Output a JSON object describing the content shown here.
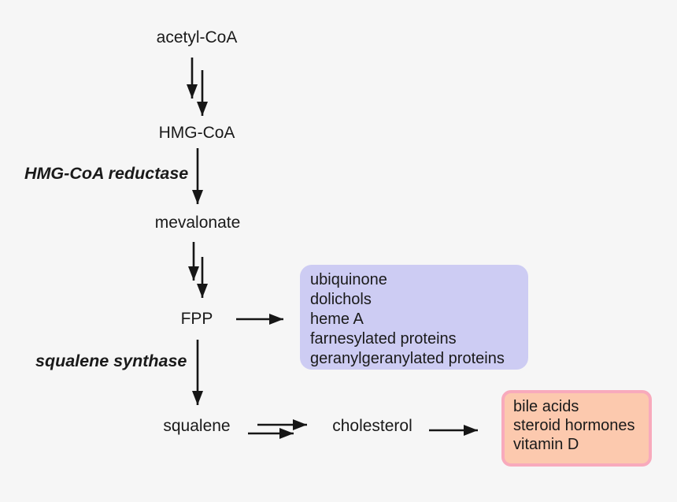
{
  "nodes": {
    "acetyl_coa": "acetyl-CoA",
    "hmg_coa": "HMG-CoA",
    "mevalonate": "mevalonate",
    "fpp": "FPP",
    "squalene": "squalene",
    "cholesterol": "cholesterol"
  },
  "enzymes": {
    "hmg_coa_reductase": "HMG-CoA reductase",
    "squalene_synthase": "squalene synthase"
  },
  "boxes": {
    "fpp_products": {
      "items": [
        "ubiquinone",
        "dolichols",
        "heme A",
        "farnesylated proteins",
        "geranylgeranylated proteins"
      ],
      "fill": "#cdccf3"
    },
    "cholesterol_products": {
      "items": [
        "bile acids",
        "steroid hormones",
        "vitamin D"
      ],
      "fill": "#fcc9ae",
      "border": "#f8aabc"
    }
  },
  "colors": {
    "background": "#f6f6f6",
    "text": "#1a1a1a",
    "arrow": "#161616"
  }
}
